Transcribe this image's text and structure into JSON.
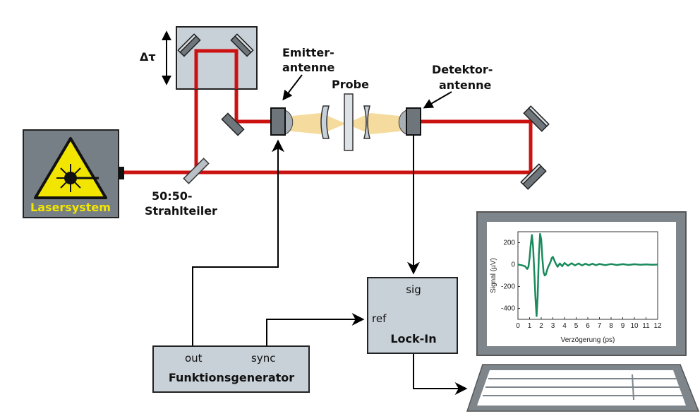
{
  "labels": {
    "delay": "Δτ",
    "emitter": [
      "Emitter-",
      "antenne"
    ],
    "probe": "Probe",
    "detector": [
      "Detektor-",
      "antenne"
    ],
    "laser": "Lasersystem",
    "splitter": [
      "50:50-",
      "Strahlteiler"
    ],
    "lockin_sig": "sig",
    "lockin_ref": "ref",
    "lockin_name": "Lock-In",
    "fg_out": "out",
    "fg_sync": "sync",
    "fg_name": "Funktionsgenerator"
  },
  "colors": {
    "beam": "#cc1111",
    "box_fill": "#c8d0d8",
    "laser_box": "#777f86",
    "warning_yellow": "#f2e600",
    "thz_glow": "#f3d58c",
    "trace": "#1a8a5c"
  },
  "icons": {
    "laser": "laser-warning-icon",
    "mirror": "mirror-icon",
    "lens": "lens-icon",
    "monitor": "monitor-icon",
    "keyboard": "laptop-keyboard-icon"
  },
  "chart_data": {
    "type": "line",
    "xlabel": "Verzögerung (ps)",
    "ylabel": "Signal (µV)",
    "xlim": [
      0,
      12
    ],
    "ylim": [
      -500,
      300
    ],
    "xticks": [
      "0",
      "1",
      "2",
      "3",
      "4",
      "5",
      "6",
      "7",
      "8",
      "9",
      "10",
      "11",
      "12"
    ],
    "yticks": [
      "200",
      "0",
      "-200",
      "-400"
    ],
    "series": [
      {
        "x": [
          0,
          0.3,
          0.6,
          0.8,
          0.9,
          1.0,
          1.1,
          1.2,
          1.3,
          1.4,
          1.5,
          1.6,
          1.7,
          1.8,
          1.9,
          2.0,
          2.1,
          2.2,
          2.3,
          2.4,
          2.5,
          2.6,
          2.7,
          2.8,
          2.9,
          3.0,
          3.2,
          3.4,
          3.6,
          3.8,
          4.0,
          4.3,
          4.6,
          4.9,
          5.2,
          5.5,
          5.8,
          6.1,
          6.4,
          6.7,
          7.0,
          7.5,
          8.0,
          8.5,
          9.0,
          9.5,
          10.0,
          10.5,
          11.0,
          11.5,
          12.0
        ],
        "y": [
          0,
          -5,
          -15,
          -40,
          -20,
          60,
          180,
          270,
          160,
          -60,
          -300,
          -470,
          -280,
          100,
          280,
          230,
          60,
          -70,
          -100,
          -90,
          -50,
          -20,
          0,
          25,
          60,
          70,
          20,
          -20,
          10,
          -15,
          15,
          -10,
          12,
          -8,
          10,
          -8,
          8,
          -6,
          8,
          -6,
          6,
          -5,
          5,
          -4,
          4,
          -3,
          3,
          -2,
          2,
          -1,
          0
        ]
      }
    ]
  }
}
